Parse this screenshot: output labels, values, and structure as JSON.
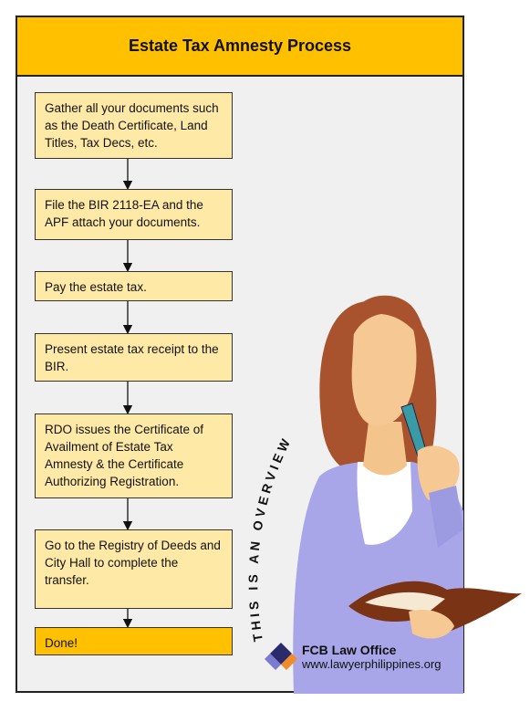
{
  "title": "Estate Tax Amnesty Process",
  "steps": [
    "Gather all your documents such as the Death Certificate, Land Titles, Tax Decs, etc.",
    "File the BIR 2118-EA and the APF attach your documents.",
    "Pay the estate tax.",
    "Present estate tax receipt to the BIR.",
    "RDO issues the Certificate of Availment of Estate Tax Amnesty & the Certificate Authorizing Registration.",
    "Go to the Registry of Deeds and City Hall to complete the transfer.",
    "Done!"
  ],
  "overview_text": "THIS IS AN OVERVIEW",
  "brand": {
    "name": "FCB Law Office",
    "url": "www.lawyerphilippines.org"
  },
  "colors": {
    "header": "#ffc000",
    "step": "#ffe9a6",
    "done": "#ffc000"
  }
}
